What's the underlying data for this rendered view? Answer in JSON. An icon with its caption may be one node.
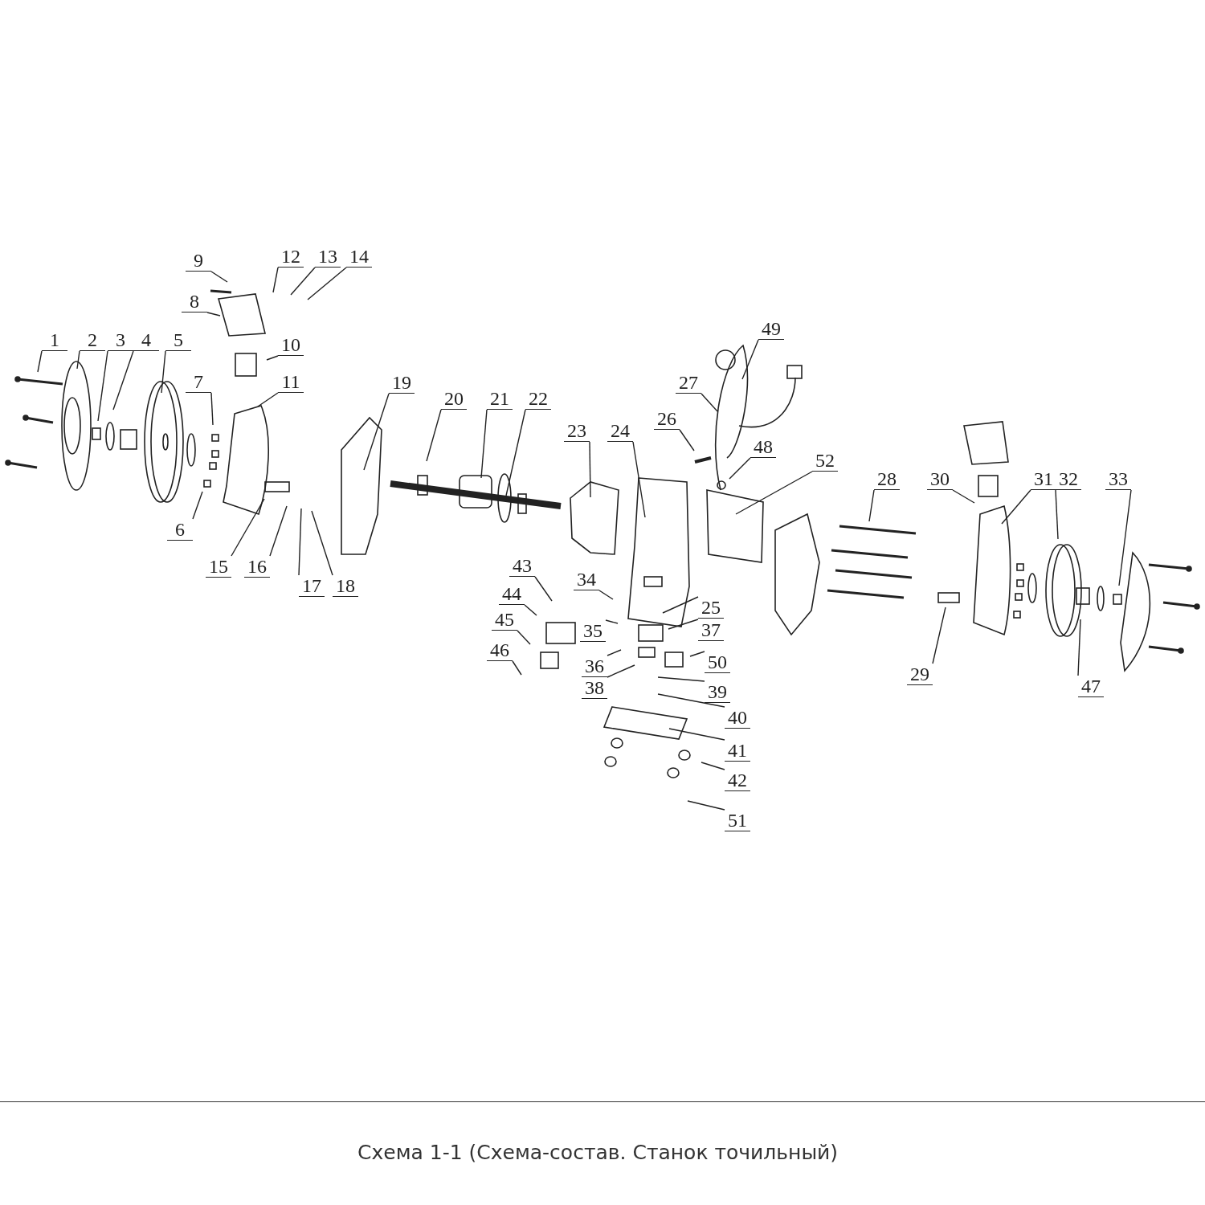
{
  "diagram": {
    "caption": "Схема 1-1 (Схема-состав. Станок точильный)",
    "nodes": [
      {
        "text": [
          "1"
        ]
      },
      {
        "text": [
          "2"
        ]
      },
      {
        "text": [
          "3"
        ]
      },
      {
        "text": [
          "4"
        ]
      },
      {
        "text": [
          "5"
        ]
      },
      {
        "text": [
          "6"
        ]
      },
      {
        "text": [
          "7"
        ]
      },
      {
        "text": [
          "8"
        ]
      },
      {
        "text": [
          "9"
        ]
      },
      {
        "text": [
          "10"
        ]
      },
      {
        "text": [
          "11"
        ]
      },
      {
        "text": [
          "12"
        ]
      },
      {
        "text": [
          "13"
        ]
      },
      {
        "text": [
          "14"
        ]
      },
      {
        "text": [
          "15"
        ]
      },
      {
        "text": [
          "16"
        ]
      },
      {
        "text": [
          "17"
        ]
      },
      {
        "text": [
          "18"
        ]
      },
      {
        "text": [
          "19"
        ]
      },
      {
        "text": [
          "20"
        ]
      },
      {
        "text": [
          "21"
        ]
      },
      {
        "text": [
          "22"
        ]
      },
      {
        "text": [
          "23"
        ]
      },
      {
        "text": [
          "24"
        ]
      },
      {
        "text": [
          "25"
        ]
      },
      {
        "text": [
          "26"
        ]
      },
      {
        "text": [
          "27"
        ]
      },
      {
        "text": [
          "28"
        ]
      },
      {
        "text": [
          "29"
        ]
      },
      {
        "text": [
          "30"
        ]
      },
      {
        "text": [
          "31"
        ]
      },
      {
        "text": [
          "32"
        ]
      },
      {
        "text": [
          "33"
        ]
      },
      {
        "text": [
          "34"
        ]
      },
      {
        "text": [
          "35"
        ]
      },
      {
        "text": [
          "36"
        ]
      },
      {
        "text": [
          "37"
        ]
      },
      {
        "text": [
          "38"
        ]
      },
      {
        "text": [
          "39"
        ]
      },
      {
        "text": [
          "40"
        ]
      },
      {
        "text": [
          "41"
        ]
      },
      {
        "text": [
          "42"
        ]
      },
      {
        "text": [
          "43"
        ]
      },
      {
        "text": [
          "44"
        ]
      },
      {
        "text": [
          "45"
        ]
      },
      {
        "text": [
          "46"
        ]
      },
      {
        "text": [
          "47"
        ]
      },
      {
        "text": [
          "48"
        ]
      },
      {
        "text": [
          "49"
        ]
      },
      {
        "text": [
          "50"
        ]
      },
      {
        "text": [
          "51"
        ]
      },
      {
        "text": [
          "52"
        ]
      }
    ],
    "edges": [
      {
        "from": 0,
        "to": null,
        "arrow": "none"
      },
      {
        "from": 1,
        "to": null,
        "arrow": "none"
      },
      {
        "from": 2,
        "to": null,
        "arrow": "none"
      },
      {
        "from": 3,
        "to": null,
        "arrow": "none"
      },
      {
        "from": 4,
        "to": null,
        "arrow": "none"
      },
      {
        "from": 5,
        "to": null,
        "arrow": "none"
      },
      {
        "from": 6,
        "to": null,
        "arrow": "none"
      },
      {
        "from": 7,
        "to": null,
        "arrow": "none"
      },
      {
        "from": 8,
        "to": null,
        "arrow": "none"
      },
      {
        "from": 9,
        "to": null,
        "arrow": "none"
      },
      {
        "from": 10,
        "to": null,
        "arrow": "none"
      },
      {
        "from": 11,
        "to": null,
        "arrow": "none"
      },
      {
        "from": 12,
        "to": null,
        "arrow": "none"
      },
      {
        "from": 13,
        "to": null,
        "arrow": "none"
      },
      {
        "from": 14,
        "to": null,
        "arrow": "none"
      },
      {
        "from": 15,
        "to": null,
        "arrow": "none"
      },
      {
        "from": 16,
        "to": null,
        "arrow": "none"
      },
      {
        "from": 17,
        "to": null,
        "arrow": "none"
      },
      {
        "from": 18,
        "to": null,
        "arrow": "none"
      },
      {
        "from": 19,
        "to": null,
        "arrow": "none"
      },
      {
        "from": 20,
        "to": null,
        "arrow": "none"
      },
      {
        "from": 21,
        "to": null,
        "arrow": "none"
      },
      {
        "from": 22,
        "to": null,
        "arrow": "none"
      },
      {
        "from": 23,
        "to": null,
        "arrow": "none"
      },
      {
        "from": 24,
        "to": null,
        "arrow": "none"
      },
      {
        "from": 25,
        "to": null,
        "arrow": "none"
      },
      {
        "from": 26,
        "to": null,
        "arrow": "none"
      },
      {
        "from": 27,
        "to": null,
        "arrow": "none"
      },
      {
        "from": 28,
        "to": null,
        "arrow": "none"
      },
      {
        "from": 29,
        "to": null,
        "arrow": "none"
      },
      {
        "from": 30,
        "to": null,
        "arrow": "none"
      },
      {
        "from": 31,
        "to": null,
        "arrow": "none"
      },
      {
        "from": 32,
        "to": null,
        "arrow": "none"
      },
      {
        "from": 33,
        "to": null,
        "arrow": "none"
      },
      {
        "from": 34,
        "to": null,
        "arrow": "none"
      },
      {
        "from": 35,
        "to": null,
        "arrow": "none"
      },
      {
        "from": 36,
        "to": null,
        "arrow": "none"
      },
      {
        "from": 37,
        "to": null,
        "arrow": "none"
      },
      {
        "from": 38,
        "to": null,
        "arrow": "none"
      },
      {
        "from": 39,
        "to": null,
        "arrow": "none"
      },
      {
        "from": 40,
        "to": null,
        "arrow": "none"
      },
      {
        "from": 41,
        "to": null,
        "arrow": "none"
      },
      {
        "from": 42,
        "to": null,
        "arrow": "none"
      },
      {
        "from": 43,
        "to": null,
        "arrow": "none"
      },
      {
        "from": 44,
        "to": null,
        "arrow": "none"
      },
      {
        "from": 45,
        "to": null,
        "arrow": "none"
      },
      {
        "from": 46,
        "to": null,
        "arrow": "none"
      },
      {
        "from": 47,
        "to": null,
        "arrow": "none"
      },
      {
        "from": 48,
        "to": null,
        "arrow": "none"
      },
      {
        "from": 49,
        "to": null,
        "arrow": "none"
      },
      {
        "from": 50,
        "to": null,
        "arrow": "none"
      },
      {
        "from": 51,
        "to": null,
        "arrow": "none"
      }
    ]
  }
}
